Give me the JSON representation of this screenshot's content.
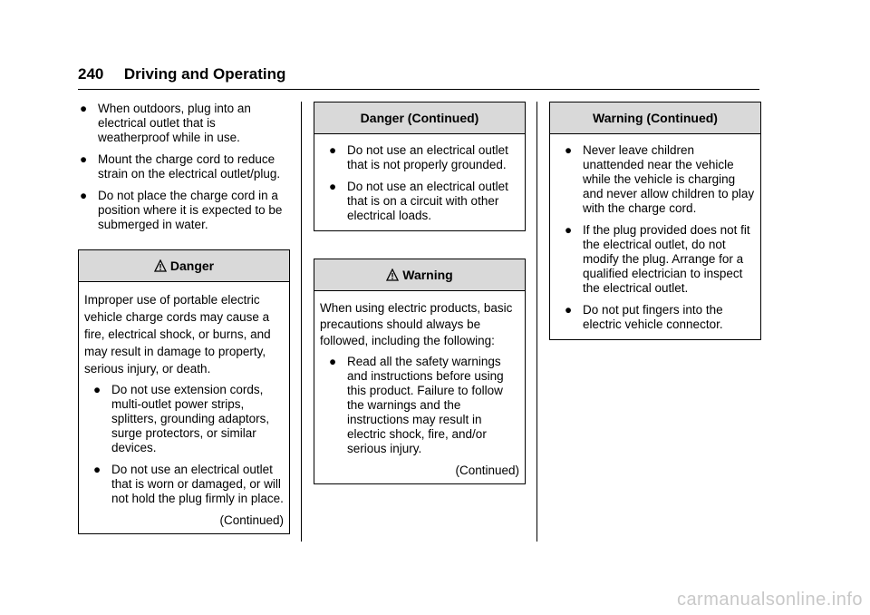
{
  "header": {
    "page_number": "240",
    "section": "Driving and Operating"
  },
  "col1": {
    "bullets": [
      "When outdoors, plug into an electrical outlet that is weatherproof while in use.",
      "Mount the charge cord to reduce strain on the electrical outlet/plug.",
      "Do not place the charge cord in a position where it is expected to be submerged in water."
    ]
  },
  "danger_box": {
    "title": "Danger",
    "intro": "Improper use of portable electric vehicle charge cords may cause a fire, electrical shock, or burns, and may result in damage to property, serious injury, or death.",
    "bullets": [
      "Do not use extension cords, multi-outlet power strips, splitters, grounding adaptors, surge protectors, or similar devices.",
      "Do not use an electrical outlet that is worn or damaged, or will not hold the plug firmly in place."
    ],
    "continued": "(Continued)"
  },
  "danger_cont_box": {
    "title": "Danger  (Continued)",
    "bullets": [
      "Do not use an electrical outlet that is not properly grounded.",
      "Do not use an electrical outlet that is on a circuit with other electrical loads."
    ]
  },
  "warning_box": {
    "title": "Warning",
    "intro": "When using electric products, basic precautions should always be followed, including the following:",
    "bullets": [
      "Read all the safety warnings and instructions before using this product. Failure to follow the warnings and the instructions may result in electric shock, fire, and/or serious injury."
    ],
    "continued": "(Continued)"
  },
  "warning_cont_box": {
    "title": "Warning  (Continued)",
    "bullets": [
      "Never leave children unattended near the vehicle while the vehicle is charging and never allow children to play with the charge cord.",
      "If the plug provided does not fit the electrical outlet, do not modify the plug. Arrange for a qualified electrician to inspect the electrical outlet.",
      "Do not put fingers into the electric vehicle connector."
    ]
  },
  "bullet_symbol": "●",
  "watermark": "carmanualsonline.info"
}
